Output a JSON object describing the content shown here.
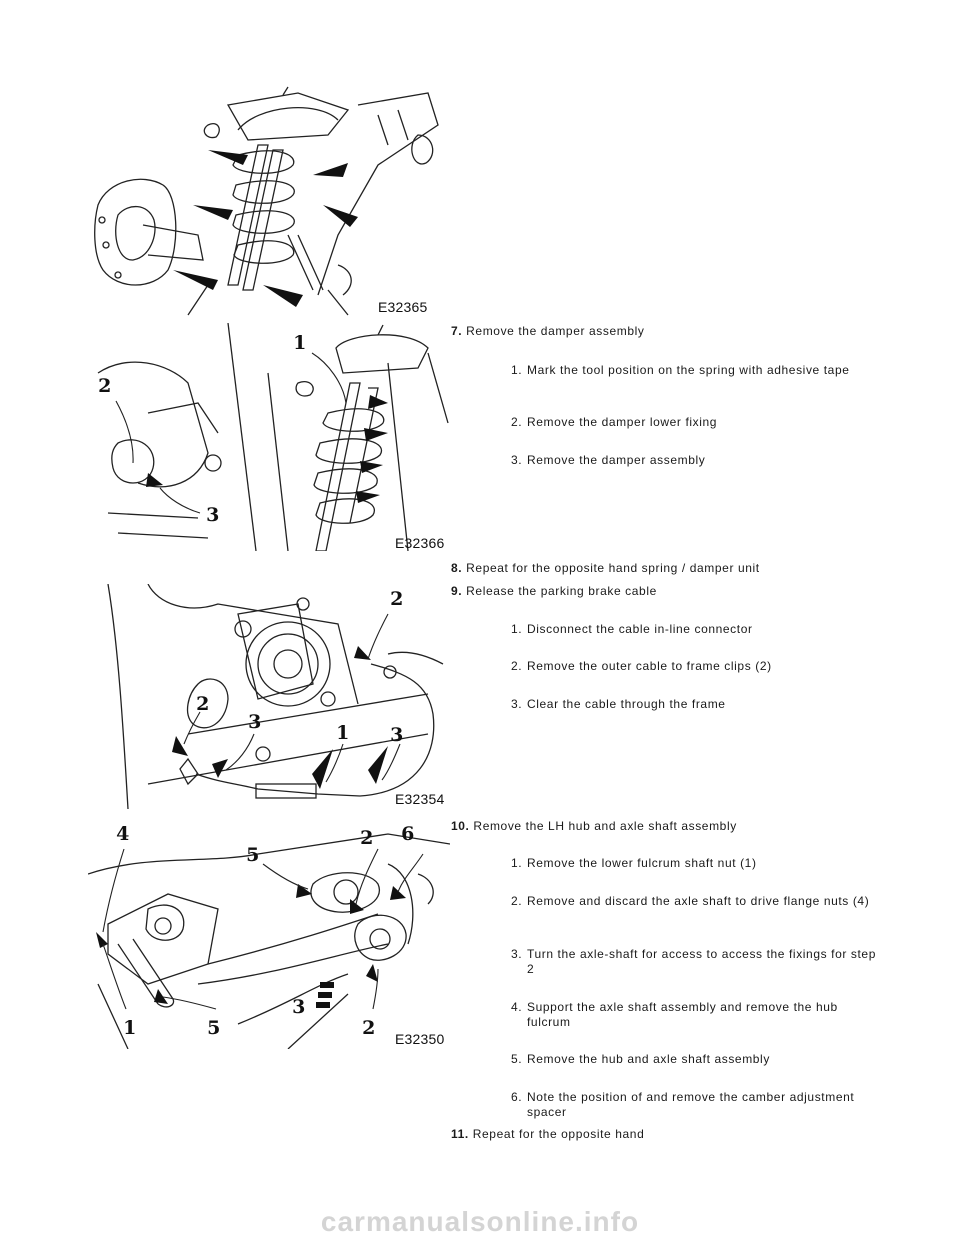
{
  "figures": [
    {
      "code": "E32365",
      "callouts": []
    },
    {
      "code": "E32366",
      "callouts": [
        "1",
        "2",
        "3"
      ]
    },
    {
      "code": "E32354",
      "callouts": [
        "2",
        "2",
        "3",
        "1",
        "3"
      ]
    },
    {
      "code": "E32350",
      "callouts": [
        "4",
        "5",
        "2",
        "6",
        "3",
        "1",
        "5",
        "2"
      ]
    }
  ],
  "steps": [
    {
      "num": "7.",
      "text": "Remove the damper assembly",
      "subs": [
        {
          "n": "1.",
          "text": "Mark the tool position on the spring with adhesive tape"
        },
        {
          "n": "2.",
          "text": "Remove the damper lower fixing"
        },
        {
          "n": "3.",
          "text": "Remove the damper assembly"
        }
      ]
    },
    {
      "num": "8.",
      "text": "Repeat for the opposite hand spring / damper unit",
      "subs": []
    },
    {
      "num": "9.",
      "text": "Release the parking brake cable",
      "subs": [
        {
          "n": "1.",
          "text": "Disconnect the cable in-line connector"
        },
        {
          "n": "2.",
          "text": "Remove the outer cable to frame clips (2)"
        },
        {
          "n": "3.",
          "text": "Clear the cable through the frame"
        }
      ]
    },
    {
      "num": "10.",
      "text": "Remove the LH hub and axle shaft assembly",
      "subs": [
        {
          "n": "1.",
          "text": "Remove the lower fulcrum shaft nut (1)"
        },
        {
          "n": "2.",
          "text": "Remove and discard the axle shaft to drive flange nuts (4)"
        },
        {
          "n": "3.",
          "text": "Turn the axle-shaft for access to access the fixings for step 2"
        },
        {
          "n": "4.",
          "text": "Support the axle shaft assembly and remove the hub fulcrum"
        },
        {
          "n": "5.",
          "text": "Remove the hub and axle shaft assembly"
        },
        {
          "n": "6.",
          "text": "Note the position of and remove the camber adjustment spacer"
        }
      ]
    },
    {
      "num": "11.",
      "text": "Repeat for the opposite hand",
      "subs": []
    }
  ],
  "footer": {
    "watermark": "carmanualsonline.info"
  }
}
